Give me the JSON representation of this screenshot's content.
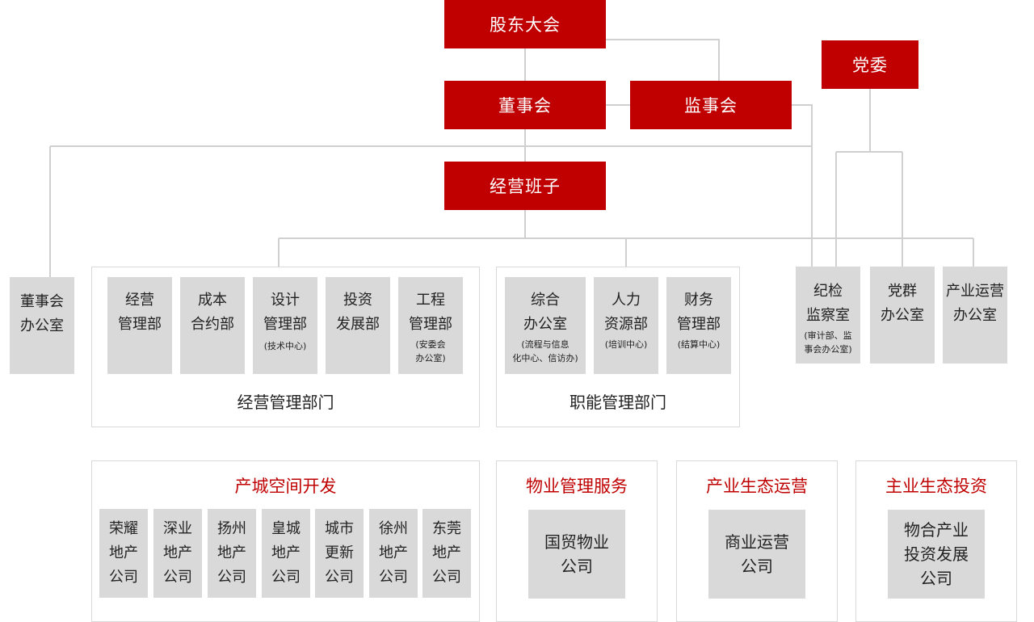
{
  "top": {
    "shareholders": "股东大会",
    "board": "董事会",
    "supervisors": "监事会",
    "party": "党委",
    "management": "经营班子"
  },
  "board_office": [
    "董事会",
    "办公室"
  ],
  "operations_group": {
    "caption": "经营管理部门",
    "units": [
      {
        "lines": [
          "经营",
          "管理部"
        ],
        "sub": []
      },
      {
        "lines": [
          "成本",
          "合约部"
        ],
        "sub": []
      },
      {
        "lines": [
          "设计",
          "管理部"
        ],
        "sub": [
          "(技术中心)"
        ]
      },
      {
        "lines": [
          "投资",
          "发展部"
        ],
        "sub": []
      },
      {
        "lines": [
          "工程",
          "管理部"
        ],
        "sub": [
          "(安委会",
          "办公室)"
        ]
      }
    ]
  },
  "functional_group": {
    "caption": "职能管理部门",
    "units": [
      {
        "lines": [
          "综合",
          "办公室"
        ],
        "sub": [
          "(流程与信息",
          "化中心、信访办)"
        ]
      },
      {
        "lines": [
          "人力",
          "资源部"
        ],
        "sub": [
          "(培训中心)"
        ]
      },
      {
        "lines": [
          "财务",
          "管理部"
        ],
        "sub": [
          "(结算中心)"
        ]
      }
    ]
  },
  "right_units": [
    {
      "lines": [
        "纪检",
        "监察室"
      ],
      "sub": [
        "(审计部、监",
        "事会办公室)"
      ]
    },
    {
      "lines": [
        "党群",
        "办公室"
      ],
      "sub": []
    },
    {
      "lines": [
        "产业运营",
        "办公室"
      ],
      "sub": []
    }
  ],
  "segments": [
    {
      "title": "产城空间开发",
      "companies": [
        [
          "荣耀",
          "地产",
          "公司"
        ],
        [
          "深业",
          "地产",
          "公司"
        ],
        [
          "扬州",
          "地产",
          "公司"
        ],
        [
          "皇城",
          "地产",
          "公司"
        ],
        [
          "城市",
          "更新",
          "公司"
        ],
        [
          "徐州",
          "地产",
          "公司"
        ],
        [
          "东莞",
          "地产",
          "公司"
        ]
      ]
    },
    {
      "title": "物业管理服务",
      "companies": [
        [
          "国贸物业",
          "公司"
        ]
      ]
    },
    {
      "title": "产业生态运营",
      "companies": [
        [
          "商业运营",
          "公司"
        ]
      ]
    },
    {
      "title": "主业生态投资",
      "companies": [
        [
          "物合产业",
          "投资发展",
          "公司"
        ]
      ]
    }
  ],
  "colors": {
    "accent": "#c00000",
    "box": "#d9d9d9",
    "line": "#d0d0d0"
  }
}
